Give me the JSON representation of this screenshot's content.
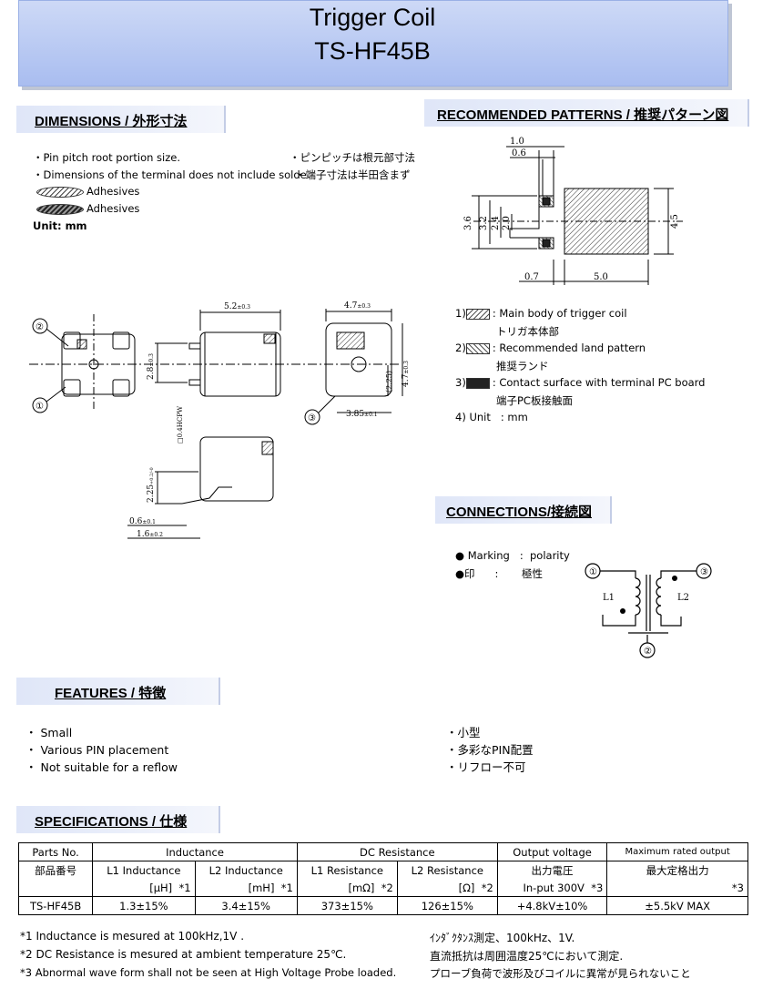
{
  "header": {
    "title": "Trigger Coil",
    "part": "TS-HF45B"
  },
  "dimensions": {
    "heading": "DIMENSIONS / 外形寸法",
    "note1_en": "・Pin pitch root portion size.",
    "note1_jp": "・ピンピッチは根元部寸法",
    "note2_en": "・Dimensions of the terminal does not include solde",
    "note2_jp": "・端子寸法は半田含まず",
    "adhesive1": "Adhesives",
    "adhesive2": "Adhesives",
    "unit": "Unit: mm",
    "labels": {
      "w52": "5.2",
      "tol03a": "±0.3",
      "w47": "4.7",
      "tol03b": "±0.3",
      "h28": "2.8",
      "tol03c": "±0.3",
      "h47": "4.7",
      "tol03d": "±0.3",
      "d225": "(2.25)",
      "w385": "3.85",
      "tol01a": "±0.1",
      "phi": "□0.4HCPW",
      "h225": "2.25",
      "tol02": "+0.2/-0",
      "w06": "0.6",
      "tol01b": "±0.1",
      "w16": "1.6",
      "tol02b": "±0.2",
      "c1": "①",
      "c2": "②",
      "c3": "③"
    }
  },
  "patterns": {
    "heading": "RECOMMENDED PATTERNS / 推奨パターン図",
    "labels": {
      "a": "1.0",
      "b": "0.6",
      "c": "3.6",
      "d": "3.2",
      "e": "2.4",
      "f": "2.0",
      "g": "4.5",
      "h": "0.7",
      "i": "5.0"
    },
    "legend": [
      {
        "num": "1)",
        "en": ": Main body of trigger coil",
        "jp": "トリガ本体部"
      },
      {
        "num": "2)",
        "en": ": Recommended land pattern",
        "jp": "推奨ランド"
      },
      {
        "num": "3)",
        "en": ": Contact surface with terminal PC board",
        "jp": "端子PC板接触面"
      }
    ],
    "unit_num": "4) Unit",
    "unit_val": ": mm"
  },
  "connections": {
    "heading": "CONNECTIONS/接続図",
    "marking_en": "● Marking",
    "colon": ":",
    "polarity_en": "polarity",
    "marking_jp": "●印",
    "polarity_jp": "極性",
    "L1": "L1",
    "L2": "L2"
  },
  "features": {
    "heading": "FEATURES / 特徴",
    "en": [
      "・ Small",
      "・ Various PIN placement",
      "・ Not suitable for a reflow"
    ],
    "jp": [
      "・小型",
      "・多彩なPIN配置",
      "・リフロー不可"
    ]
  },
  "specs": {
    "heading": "SPECIFICATIONS / 仕様",
    "h_parts": "Parts No.",
    "h_parts_jp": "部品番号",
    "h_ind": "Inductance",
    "h_l1i": "L1 Inductance",
    "h_l2i": "L2 Inductance",
    "h_l1i_u": "[μH]",
    "h_l2i_u": "[mH]",
    "star1a": "*1",
    "star1b": "*1",
    "h_dcr": "DC Resistance",
    "h_l1r": "L1 Resistance",
    "h_l2r": "L2 Resistance",
    "h_l1r_u": "[mΩ]",
    "h_l2r_u": "[Ω]",
    "star2a": "*2",
    "star2b": "*2",
    "h_out": "Output voltage",
    "h_out_jp": "出力電圧",
    "h_out_u": "In-put 300V",
    "star3a": "*3",
    "h_max": "Maximum rated output",
    "h_max_jp": "最大定格出力",
    "star3b": "*3",
    "row": {
      "part": "TS-HF45B",
      "l1i": "1.3±15%",
      "l2i": "3.4±15%",
      "l1r": "373±15%",
      "l2r": "126±15%",
      "out": "+4.8kV±10%",
      "max": "±5.5kV MAX"
    }
  },
  "notes": {
    "n1_en": "*1 Inductance is mesured at 100kHz,1V .",
    "n1_jp": "ｲﾝﾀﾞｸﾀﾝｽ測定、100kHz、1V.",
    "n2_en": "*2 DC Resistance is mesured at ambient temperature 25℃.",
    "n2_jp": "直流抵抗は周囲温度25℃において測定.",
    "n3_en": "*3 Abnormal wave form shall not be seen at High Voltage Probe loaded.",
    "n3_jp": "プローブ負荷で波形及びコイルに異常が見られないこと"
  }
}
